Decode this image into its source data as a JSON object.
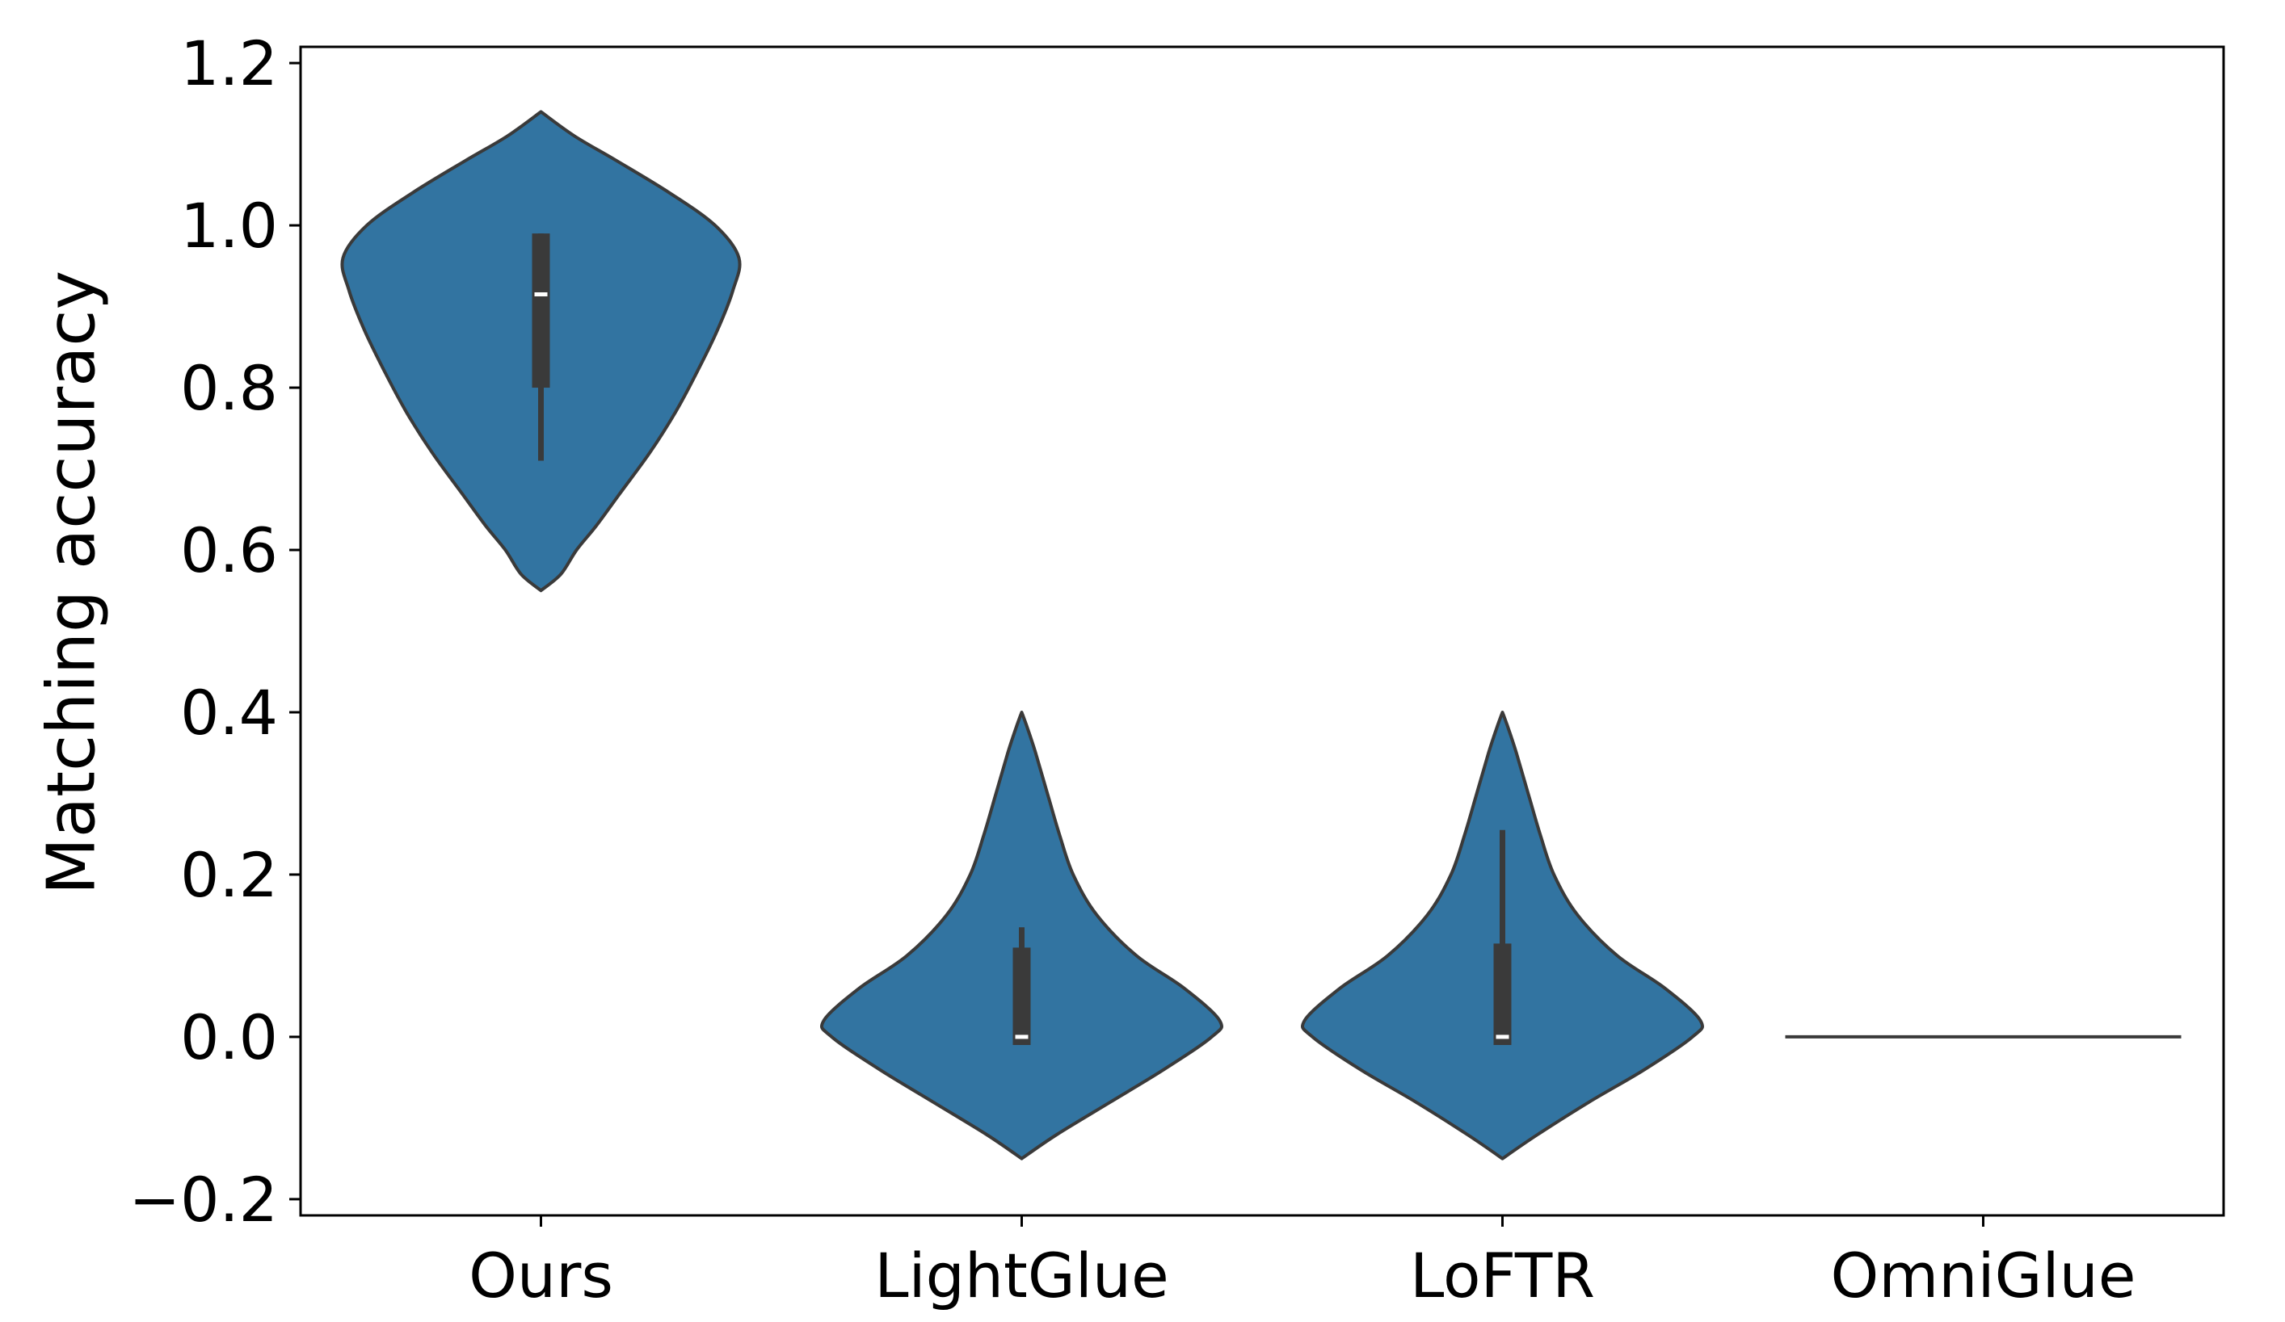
{
  "chart_data": {
    "type": "violin",
    "ylabel": "Matching accuracy",
    "xlabel": "",
    "title": "",
    "ylim": [
      -0.22,
      1.22
    ],
    "yticks": [
      -0.2,
      0.0,
      0.2,
      0.4,
      0.6,
      0.8,
      1.0,
      1.2
    ],
    "ytick_labels": [
      "−0.2",
      "0.0",
      "0.2",
      "0.4",
      "0.6",
      "0.8",
      "1.0",
      "1.2"
    ],
    "categories": [
      "Ours",
      "LightGlue",
      "LoFTR",
      "OmniGlue"
    ],
    "grid": false,
    "legend": "none",
    "colors": {
      "violin_fill": "#3274a1",
      "violin_edge": "#3a3a3a",
      "box": "#3a3a3a",
      "median": "#ffffff",
      "axes": "#000000"
    },
    "violins": [
      {
        "category": "Ours",
        "range": [
          0.55,
          1.14
        ],
        "box": {
          "q1": 0.8,
          "median": 0.915,
          "q3": 0.99,
          "whisker_low": 0.71,
          "whisker_high": 0.99
        },
        "density": [
          [
            0.55,
            0.0
          ],
          [
            0.57,
            0.1
          ],
          [
            0.6,
            0.18
          ],
          [
            0.63,
            0.28
          ],
          [
            0.67,
            0.4
          ],
          [
            0.72,
            0.55
          ],
          [
            0.77,
            0.68
          ],
          [
            0.82,
            0.79
          ],
          [
            0.87,
            0.89
          ],
          [
            0.92,
            0.97
          ],
          [
            0.96,
            1.0
          ],
          [
            1.0,
            0.88
          ],
          [
            1.04,
            0.65
          ],
          [
            1.08,
            0.38
          ],
          [
            1.11,
            0.17
          ],
          [
            1.14,
            0.0
          ]
        ]
      },
      {
        "category": "LightGlue",
        "range": [
          -0.15,
          0.4
        ],
        "box": {
          "q1": -0.01,
          "median": 0.0,
          "q3": 0.11,
          "whisker_low": -0.01,
          "whisker_high": 0.135
        },
        "density": [
          [
            -0.15,
            0.0
          ],
          [
            -0.12,
            0.18
          ],
          [
            -0.08,
            0.45
          ],
          [
            -0.04,
            0.72
          ],
          [
            0.0,
            0.96
          ],
          [
            0.02,
            1.0
          ],
          [
            0.06,
            0.82
          ],
          [
            0.1,
            0.58
          ],
          [
            0.15,
            0.38
          ],
          [
            0.2,
            0.26
          ],
          [
            0.25,
            0.19
          ],
          [
            0.3,
            0.13
          ],
          [
            0.35,
            0.07
          ],
          [
            0.38,
            0.03
          ],
          [
            0.4,
            0.0
          ]
        ]
      },
      {
        "category": "LoFTR",
        "range": [
          -0.15,
          0.4
        ],
        "box": {
          "q1": -0.01,
          "median": 0.0,
          "q3": 0.115,
          "whisker_low": -0.01,
          "whisker_high": 0.255
        },
        "density": [
          [
            -0.15,
            0.0
          ],
          [
            -0.12,
            0.18
          ],
          [
            -0.08,
            0.44
          ],
          [
            -0.04,
            0.72
          ],
          [
            0.0,
            0.96
          ],
          [
            0.02,
            1.0
          ],
          [
            0.06,
            0.82
          ],
          [
            0.1,
            0.58
          ],
          [
            0.15,
            0.38
          ],
          [
            0.2,
            0.26
          ],
          [
            0.25,
            0.19
          ],
          [
            0.3,
            0.13
          ],
          [
            0.35,
            0.07
          ],
          [
            0.38,
            0.03
          ],
          [
            0.4,
            0.0
          ]
        ]
      },
      {
        "category": "OmniGlue",
        "range": [
          0.0,
          0.0
        ],
        "box": {
          "q1": 0.0,
          "median": 0.0,
          "q3": 0.0,
          "whisker_low": 0.0,
          "whisker_high": 0.0
        },
        "density": []
      }
    ]
  }
}
